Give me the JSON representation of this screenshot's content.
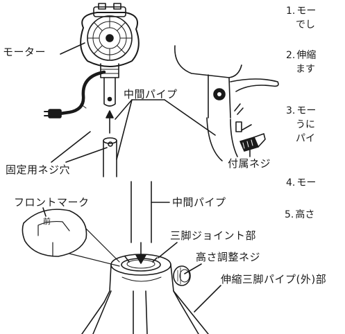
{
  "labels": {
    "motor": "モーター",
    "middle_pipe_top": "中間パイプ",
    "fixing_screw_hole": "固定用ネジ穴",
    "included_screw": "付属ネジ",
    "front_mark": "フロントマーク",
    "front_mark_glyph": "前",
    "middle_pipe_bottom": "中間パイプ",
    "tripod_joint": "三脚ジョイント部",
    "height_adjust_screw": "高さ調整ネジ",
    "telescopic_tripod_pipe": "伸縮三脚パイプ(外)部"
  },
  "steps": [
    {
      "num": "1.",
      "lines": [
        "モー",
        "でし"
      ]
    },
    {
      "num": "2.",
      "lines": [
        "伸縮",
        "ます"
      ]
    },
    {
      "num": "3.",
      "lines": [
        "モー",
        "うに",
        "パイ"
      ]
    },
    {
      "num": "4.",
      "lines": [
        "モー"
      ]
    },
    {
      "num": "5.",
      "lines": [
        "高さ"
      ]
    }
  ]
}
